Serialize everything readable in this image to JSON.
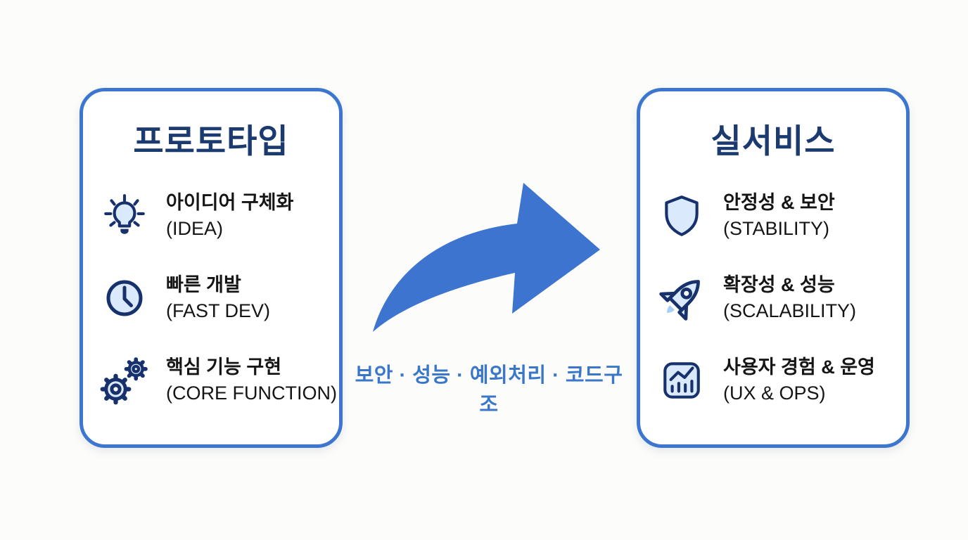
{
  "diagram": {
    "left_card": {
      "title": "프로토타입",
      "items": [
        {
          "icon": "lightbulb-icon",
          "label": "아이디어 구체화",
          "sublabel": "(IDEA)"
        },
        {
          "icon": "clock-icon",
          "label": "빠른 개발",
          "sublabel": "(FAST DEV)"
        },
        {
          "icon": "gears-icon",
          "label": "핵심 기능 구현",
          "sublabel": "(CORE FUNCTION)"
        }
      ]
    },
    "right_card": {
      "title": "실서비스",
      "items": [
        {
          "icon": "shield-icon",
          "label": "안정성 & 보안",
          "sublabel": "(STABILITY)"
        },
        {
          "icon": "rocket-icon",
          "label": "확장성 & 성능",
          "sublabel": "(SCALABILITY)"
        },
        {
          "icon": "bar-chart-icon",
          "label": "사용자 경험 & 운영",
          "sublabel": "(UX & OPS)"
        }
      ]
    },
    "arrow_label": "보안 · 성능 · 예외처리 · 코드구조",
    "colors": {
      "card_border": "#3d76cf",
      "title_text": "#1b3a70",
      "body_text": "#151515",
      "arrow_fill": "#3c74cf",
      "arrow_label_text": "#3a77c8",
      "icon_stroke": "#16316b",
      "icon_fill": "#d9e8fb",
      "background": "#fcfcfa"
    }
  }
}
